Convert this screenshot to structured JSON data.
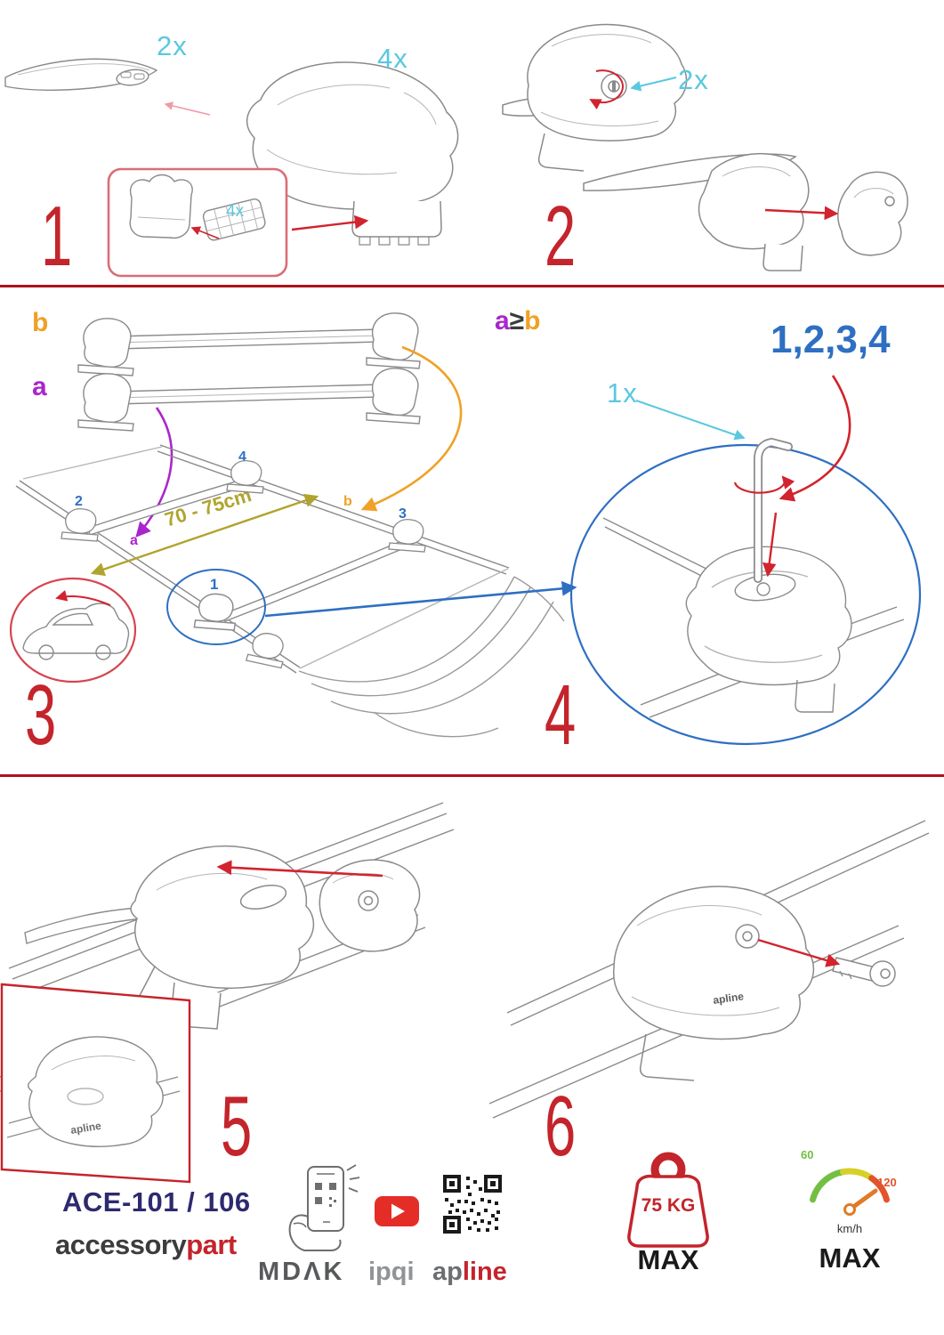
{
  "colors": {
    "step_number_red": "#c4242b",
    "quantity_cyan": "#5ac8de",
    "label_orange": "#f0a126",
    "label_purple": "#aa26cc",
    "label_blue": "#2e6fc2",
    "distance_olive": "#b0a42e",
    "arrow_red": "#d2232e",
    "divider_red": "#b0121a",
    "model_navy": "#2d2a70",
    "logo_gray": "#58595b",
    "youtube_red": "#e52d27",
    "speed_green": "#72bf44",
    "speed_yellow": "#d6d028",
    "speed_red": "#e2542b"
  },
  "steps": {
    "s1": {
      "number": "1",
      "bar_qty": "2x",
      "foot_qty": "4x",
      "pad_qty": "4x"
    },
    "s2": {
      "number": "2",
      "lock_qty": "2x"
    },
    "s3": {
      "number": "3",
      "bar_b_label": "b",
      "bar_a_label": "a",
      "distance": "70 - 75cm",
      "pos_2": "2",
      "pos_4": "4",
      "pos_b": "b",
      "pos_3": "3",
      "pos_a": "a",
      "pos_1": "1"
    },
    "s4": {
      "number": "4",
      "relation_a": "a",
      "relation_op": "≥",
      "relation_b": "b",
      "tighten_order": "1,2,3,4",
      "key_qty": "1x",
      "first_position": "1"
    },
    "s5": {
      "number": "5",
      "foot_logo": "apline"
    },
    "s6": {
      "number": "6",
      "foot_logo": "apline"
    }
  },
  "footer": {
    "model": "ACE-101 / 106",
    "brand_accessory": "accessory",
    "brand_part": "part",
    "logo_mdak": "MDΛK",
    "logo_ipqi": "ipqi",
    "logo_apline_ap": "ap",
    "logo_apline_line": "line",
    "weight_value": "75 KG",
    "weight_max": "MAX",
    "speed_low": "60",
    "speed_high": "120",
    "speed_unit": "km/h",
    "speed_max": "MAX"
  }
}
